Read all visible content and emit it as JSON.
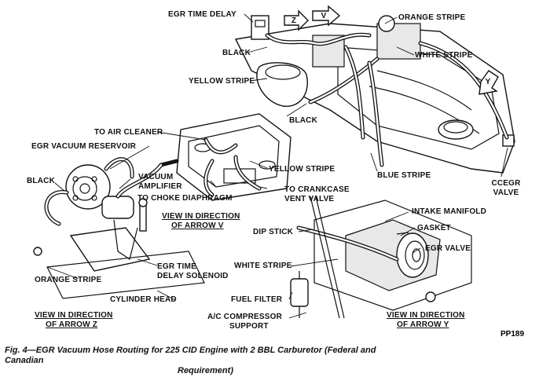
{
  "labels": {
    "egr_time_delay": "EGR TIME DELAY",
    "black_top": "BLACK",
    "yellow_stripe_top": "YELLOW STRIPE",
    "orange_stripe_top": "ORANGE STRIPE",
    "white_stripe_top": "WHITE STRIPE",
    "black_mid": "BLACK",
    "to_air_cleaner": "TO AIR CLEANER",
    "egr_vacuum_reservoir": "EGR VACUUM RESERVOIR",
    "black_left": "BLACK",
    "vacuum_amplifier_1": "VACUUM",
    "vacuum_amplifier_2": "AMPLIFIER",
    "yellow_stripe_mid": "YELLOW STRIPE",
    "blue_stripe": "BLUE STRIPE",
    "to_choke_diaphragm": "TO CHOKE DIAPHRAGM",
    "to_crankcase_1": "TO CRANKCASE",
    "to_crankcase_2": "VENT VALVE",
    "ccegr_1": "CCEGR",
    "ccegr_2": "VALVE",
    "view_v_1": "VIEW IN DIRECTION",
    "view_v_2": "OF ARROW V",
    "intake_manifold": "INTAKE MANIFOLD",
    "dip_stick": "DIP STICK",
    "gasket": "GASKET",
    "egr_valve": "EGR VALVE",
    "white_stripe_low": "WHITE STRIPE",
    "egr_time_delay_sol_1": "EGR TIME",
    "egr_time_delay_sol_2": "DELAY SOLENOID",
    "orange_stripe_low": "ORANGE STRIPE",
    "cylinder_head": "CYLINDER HEAD",
    "fuel_filter": "FUEL FILTER",
    "ac_compressor_1": "A/C COMPRESSOR",
    "ac_compressor_2": "SUPPORT",
    "view_z_1": "VIEW IN DIRECTION",
    "view_z_2": "OF ARROW Z",
    "view_y_1": "VIEW IN DIRECTION",
    "view_y_2": "OF ARROW Y",
    "arrow_z": "Z",
    "arrow_v": "V",
    "arrow_y": "Y"
  },
  "figure_id": "PP189",
  "caption_line1": "Fig. 4—EGR Vacuum Hose Routing for 225 CID Engine with 2 BBL Carburetor (Federal and Canadian",
  "caption_line2": "Requirement)"
}
